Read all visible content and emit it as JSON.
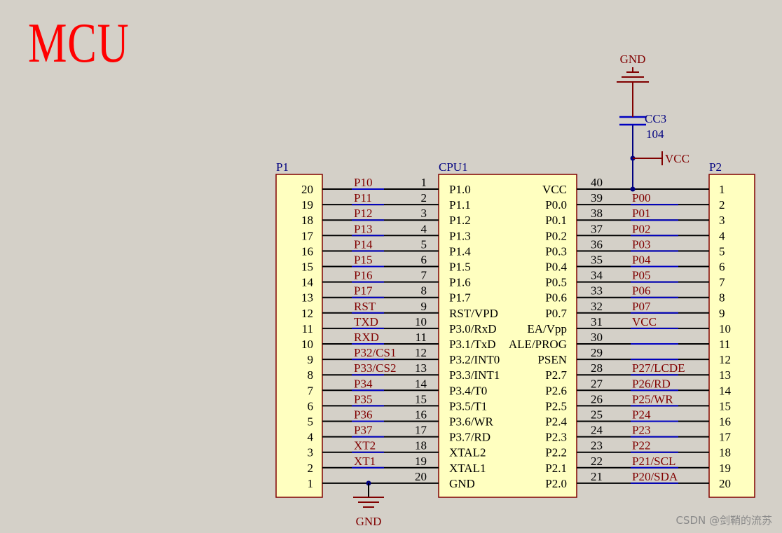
{
  "title": "MCU",
  "watermark": "CSDN @剑鞘的流苏",
  "colors": {
    "background": "#d4d0c8",
    "title": "#ff0000",
    "component_fill": "#ffffc0",
    "component_border": "#800000",
    "net_label": "#800000",
    "wire": "#000000",
    "pin_mark": "#0000c0",
    "ref_label": "#000080",
    "power": "#800000"
  },
  "cpu": {
    "ref": "CPU1",
    "left_pins": [
      {
        "num": "1",
        "name": "P1.0",
        "net": "P10"
      },
      {
        "num": "2",
        "name": "P1.1",
        "net": "P11"
      },
      {
        "num": "3",
        "name": "P1.2",
        "net": "P12"
      },
      {
        "num": "4",
        "name": "P1.3",
        "net": "P13"
      },
      {
        "num": "5",
        "name": "P1.4",
        "net": "P14"
      },
      {
        "num": "6",
        "name": "P1.5",
        "net": "P15"
      },
      {
        "num": "7",
        "name": "P1.6",
        "net": "P16"
      },
      {
        "num": "8",
        "name": "P1.7",
        "net": "P17"
      },
      {
        "num": "9",
        "name": "RST/VPD",
        "net": "RST"
      },
      {
        "num": "10",
        "name": "P3.0/RxD",
        "net": "TXD"
      },
      {
        "num": "11",
        "name": "P3.1/TxD",
        "net": "RXD"
      },
      {
        "num": "12",
        "name": "P3.2/INT0",
        "net": "P32/CS1"
      },
      {
        "num": "13",
        "name": "P3.3/INT1",
        "net": "P33/CS2"
      },
      {
        "num": "14",
        "name": "P3.4/T0",
        "net": "P34"
      },
      {
        "num": "15",
        "name": "P3.5/T1",
        "net": "P35"
      },
      {
        "num": "16",
        "name": "P3.6/WR",
        "net": "P36"
      },
      {
        "num": "17",
        "name": "P3.7/RD",
        "net": "P37"
      },
      {
        "num": "18",
        "name": "XTAL2",
        "net": "XT2"
      },
      {
        "num": "19",
        "name": "XTAL1",
        "net": "XT1"
      },
      {
        "num": "20",
        "name": "GND",
        "net": ""
      }
    ],
    "right_pins": [
      {
        "num": "40",
        "name": "VCC",
        "net": ""
      },
      {
        "num": "39",
        "name": "P0.0",
        "net": "P00"
      },
      {
        "num": "38",
        "name": "P0.1",
        "net": "P01"
      },
      {
        "num": "37",
        "name": "P0.2",
        "net": "P02"
      },
      {
        "num": "36",
        "name": "P0.3",
        "net": "P03"
      },
      {
        "num": "35",
        "name": "P0.4",
        "net": "P04"
      },
      {
        "num": "34",
        "name": "P0.5",
        "net": "P05"
      },
      {
        "num": "33",
        "name": "P0.6",
        "net": "P06"
      },
      {
        "num": "32",
        "name": "P0.7",
        "net": "P07"
      },
      {
        "num": "31",
        "name": "EA/Vpp",
        "net": "VCC"
      },
      {
        "num": "30",
        "name": "ALE/PROG",
        "net": ""
      },
      {
        "num": "29",
        "name": "PSEN",
        "net": ""
      },
      {
        "num": "28",
        "name": "P2.7",
        "net": "P27/LCDE"
      },
      {
        "num": "27",
        "name": "P2.6",
        "net": "P26/RD"
      },
      {
        "num": "26",
        "name": "P2.5",
        "net": "P25/WR"
      },
      {
        "num": "25",
        "name": "P2.4",
        "net": "P24"
      },
      {
        "num": "24",
        "name": "P2.3",
        "net": "P23"
      },
      {
        "num": "23",
        "name": "P2.2",
        "net": "P22"
      },
      {
        "num": "22",
        "name": "P2.1",
        "net": "P21/SCL"
      },
      {
        "num": "21",
        "name": "P2.0",
        "net": "P20/SDA"
      }
    ]
  },
  "p1": {
    "ref": "P1",
    "pins": [
      "20",
      "19",
      "18",
      "17",
      "16",
      "15",
      "14",
      "13",
      "12",
      "11",
      "10",
      "9",
      "8",
      "7",
      "6",
      "5",
      "4",
      "3",
      "2",
      "1"
    ]
  },
  "p2": {
    "ref": "P2",
    "pins": [
      "1",
      "2",
      "3",
      "4",
      "5",
      "6",
      "7",
      "8",
      "9",
      "10",
      "11",
      "12",
      "13",
      "14",
      "15",
      "16",
      "17",
      "18",
      "19",
      "20"
    ]
  },
  "capacitor": {
    "ref": "CC3",
    "value": "104"
  },
  "power": {
    "gnd_top": "GND",
    "gnd_bottom": "GND",
    "vcc": "VCC"
  }
}
